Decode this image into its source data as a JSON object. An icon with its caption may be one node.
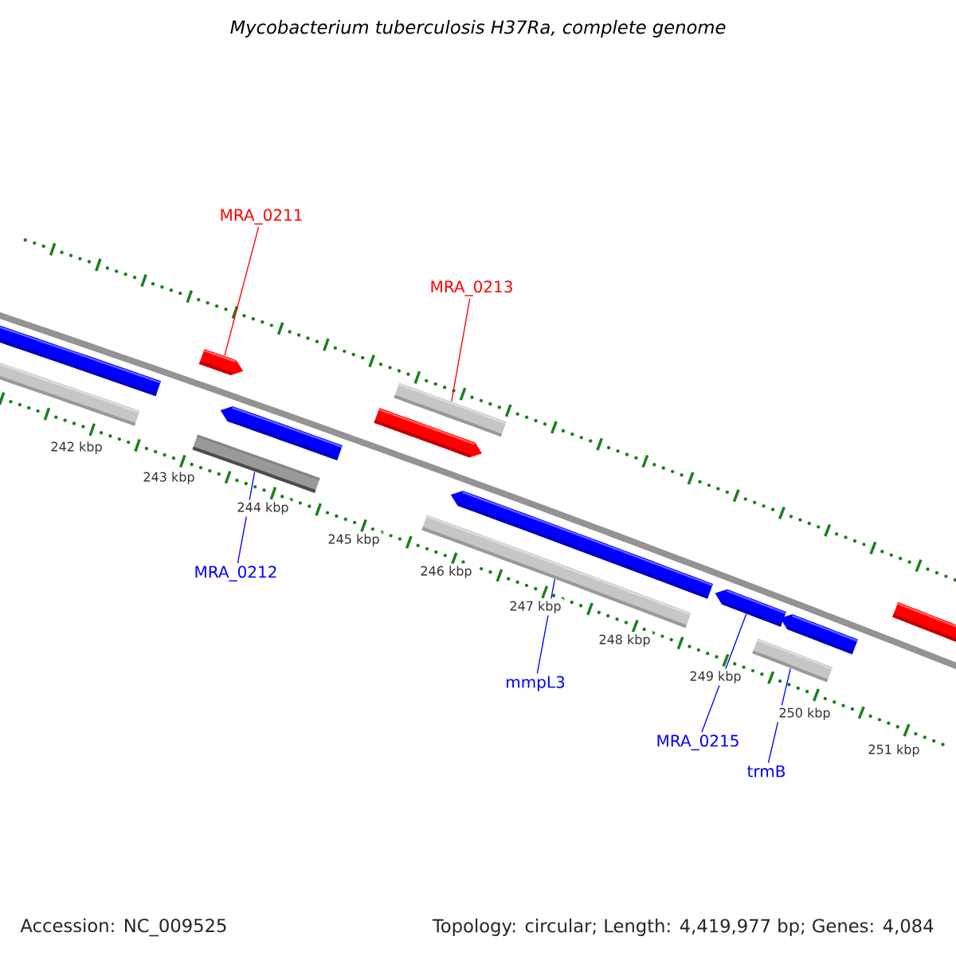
{
  "diagram": {
    "title": "Mycobacterium tuberculosis H37Ra, complete genome",
    "nodes": [
      {
        "text": [
          "MRA_0211"
        ]
      },
      {
        "text": [
          "MRA_0213"
        ]
      },
      {
        "text": [
          "MRA_0212"
        ]
      },
      {
        "text": [
          "mmpL3"
        ]
      },
      {
        "text": [
          "MRA_0215"
        ]
      },
      {
        "text": [
          "trmB"
        ]
      },
      {
        "text": [],
        "shape": "bar"
      },
      {
        "text": [],
        "shape": "bar"
      },
      {
        "text": [],
        "shape": "pentagon"
      },
      {
        "text": [],
        "shape": "pentagon"
      },
      {
        "text": [],
        "shape": "bar"
      },
      {
        "text": [],
        "shape": "bar"
      },
      {
        "text": [],
        "shape": "pentagon"
      },
      {
        "text": [],
        "shape": "pentagon"
      },
      {
        "text": [],
        "shape": "bar"
      },
      {
        "text": [],
        "shape": "pentagon"
      },
      {
        "text": [],
        "shape": "pentagon"
      },
      {
        "text": [],
        "shape": "bar"
      },
      {
        "text": [],
        "shape": "pentagon"
      }
    ],
    "edges": [
      {
        "from": 0,
        "to": 8,
        "arrow": "none",
        "color": "#ff0000"
      },
      {
        "from": 1,
        "to": 11,
        "arrow": "none",
        "color": "#ff0000"
      },
      {
        "from": 2,
        "to": 10,
        "arrow": "none"
      },
      {
        "from": 3,
        "to": 14,
        "arrow": "none"
      },
      {
        "from": 4,
        "to": 15,
        "arrow": "none"
      },
      {
        "from": 5,
        "to": 17,
        "arrow": "none"
      }
    ],
    "labels": [
      "242 kbp",
      "243 kbp",
      "244 kbp",
      "245 kbp",
      "246 kbp",
      "247 kbp",
      "248 kbp",
      "249 kbp",
      "250 kbp",
      "251 kbp",
      "Accession: NC_009525",
      "Topology: circular; Length: 4,419,977 bp; Genes: 4,084"
    ]
  }
}
